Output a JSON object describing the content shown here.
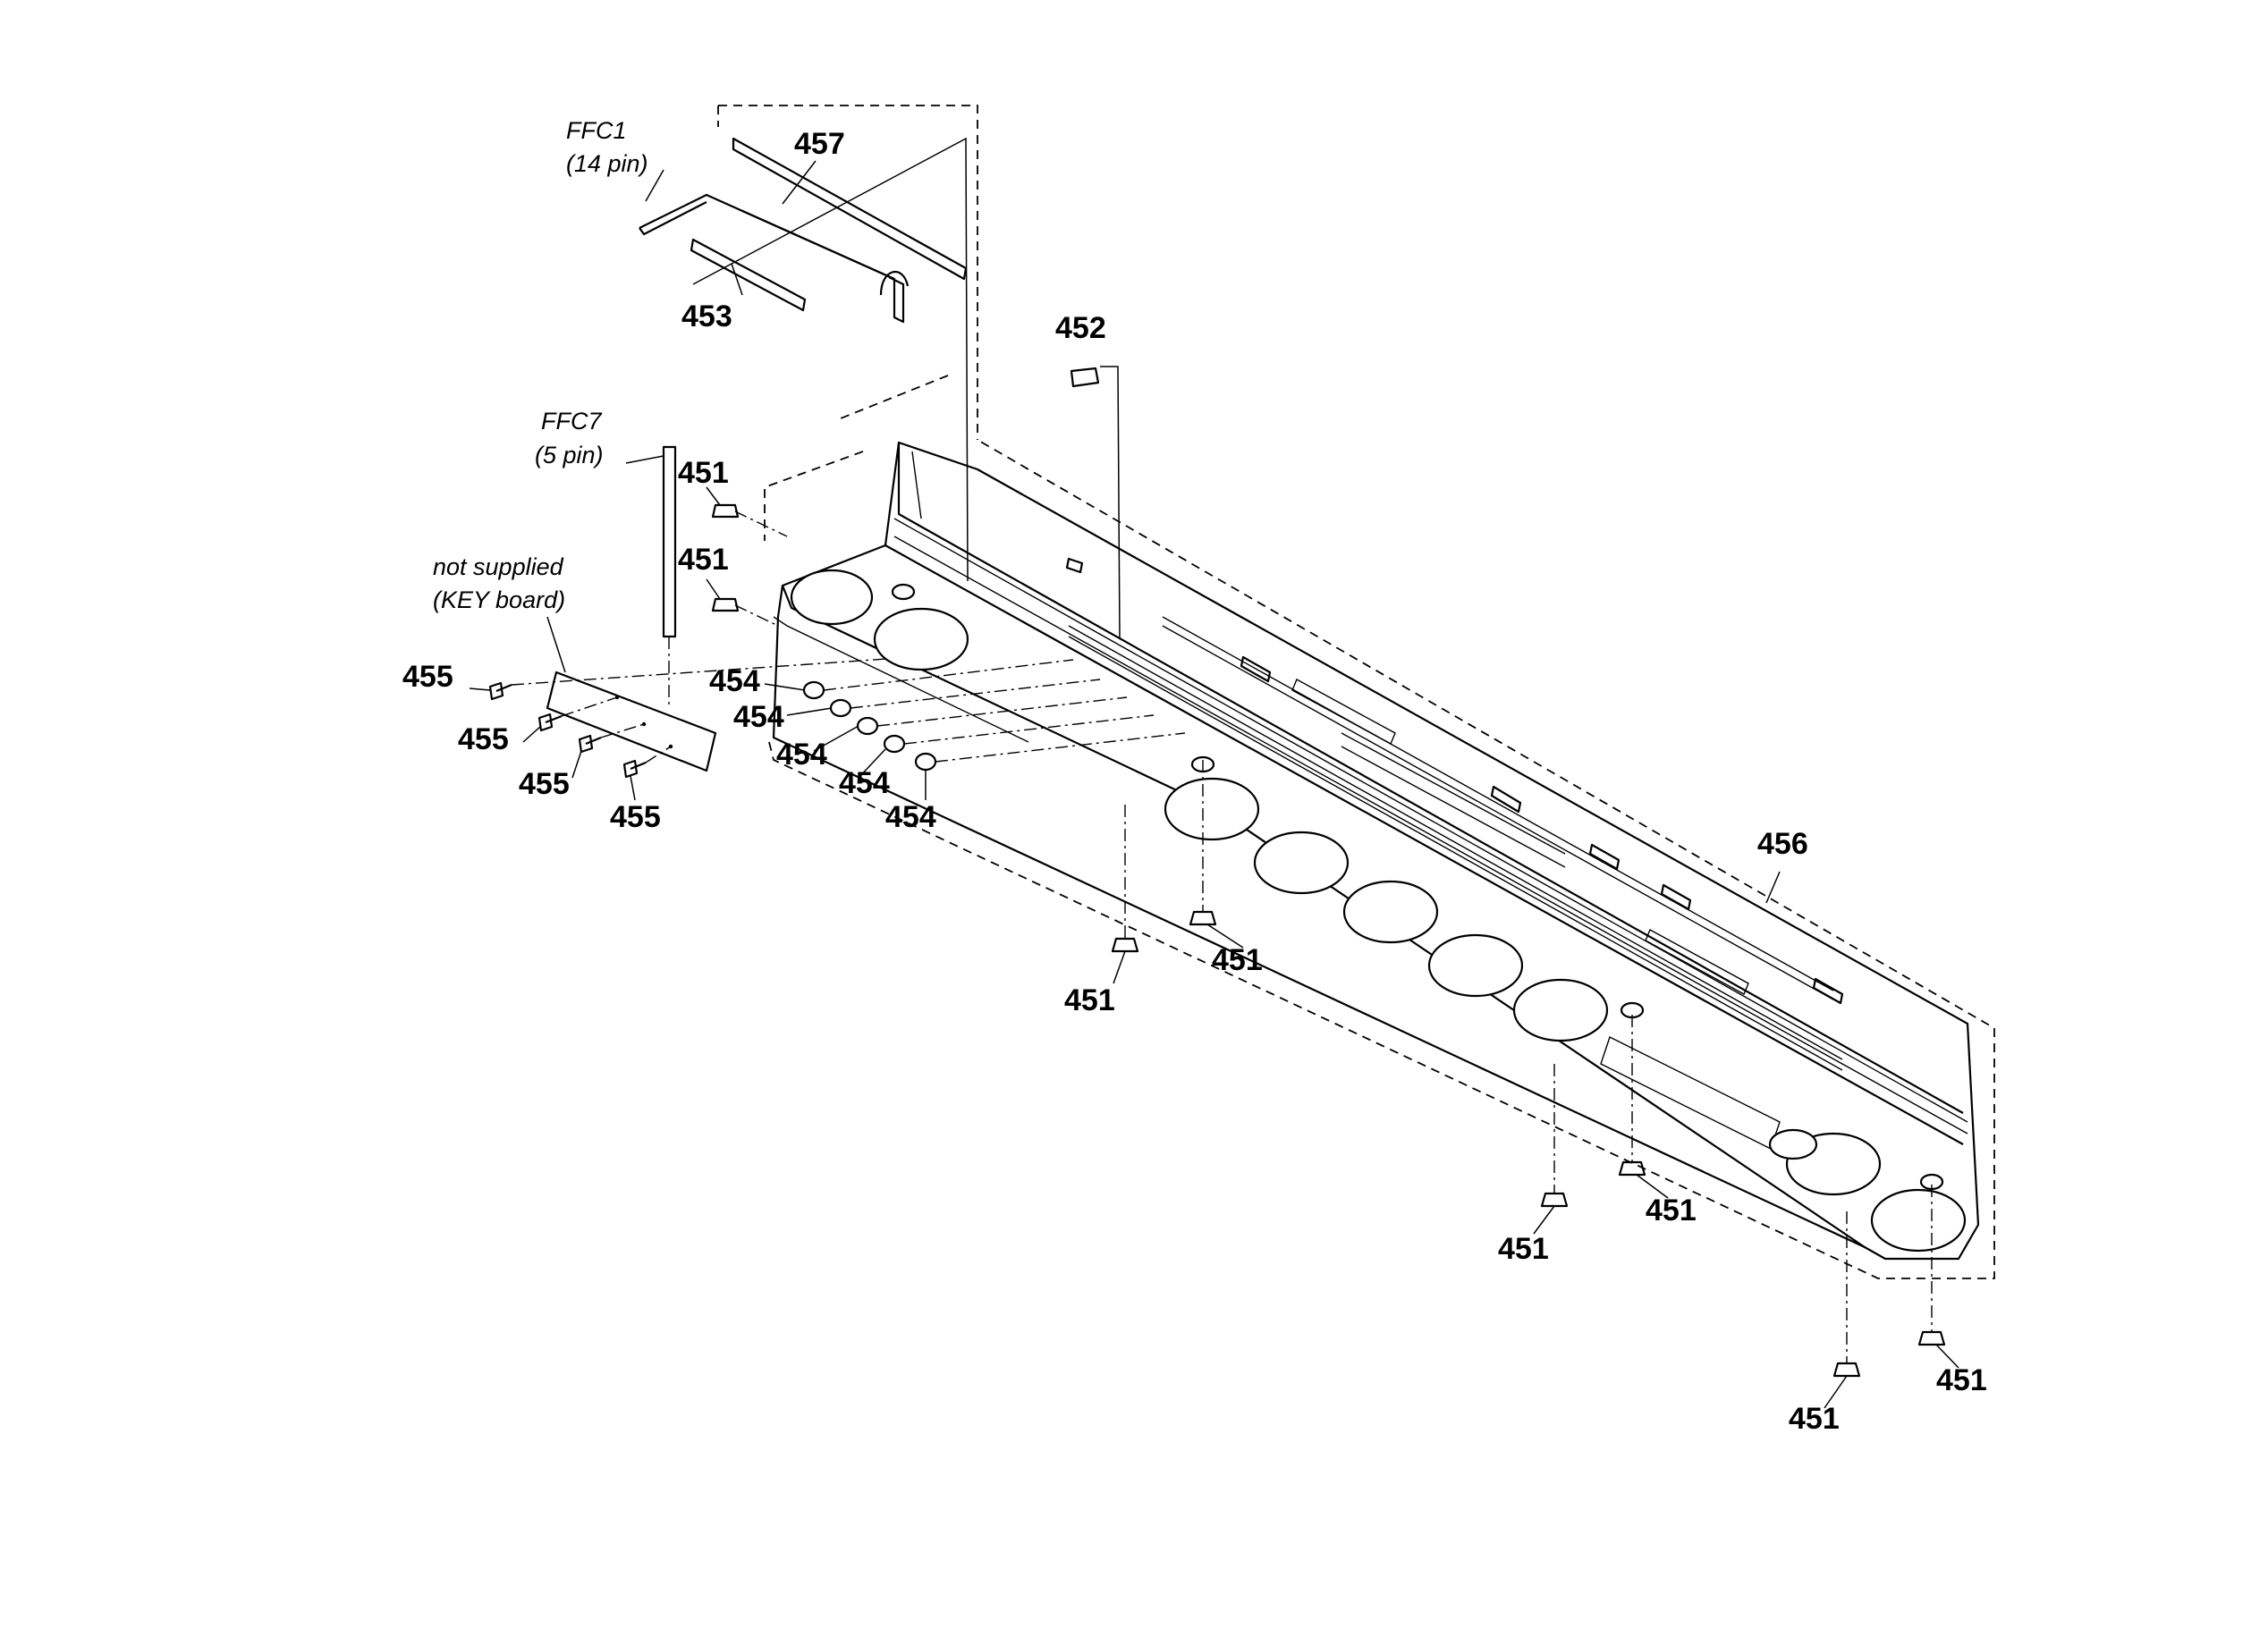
{
  "callouts": {
    "c457": "457",
    "c453": "453",
    "c452": "452",
    "c451": "451",
    "c454": "454",
    "c455": "455",
    "c456": "456"
  },
  "notes": {
    "ffc1_name": "FFC1",
    "ffc1_pins": "(14 pin)",
    "ffc7_name": "FFC7",
    "ffc7_pins": "(5 pin)",
    "not_supplied": "not supplied",
    "key_board": "(KEY board)"
  }
}
